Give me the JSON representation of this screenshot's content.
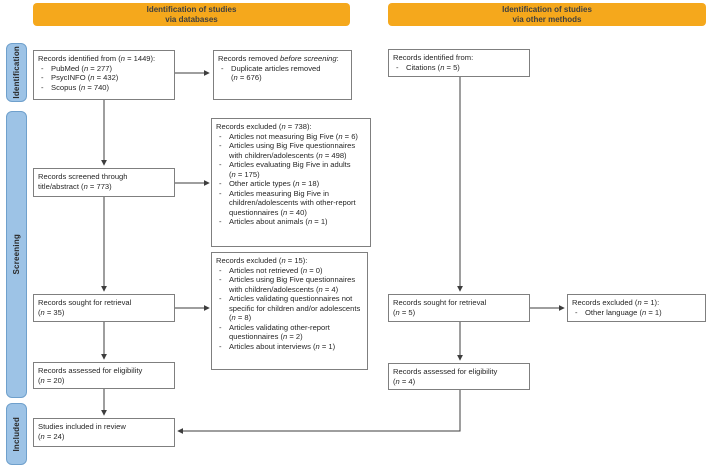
{
  "colors": {
    "header_bg": "#F5A81C",
    "sidebar_bg": "#9DC3E6",
    "sidebar_border": "#6FA0CC",
    "box_border": "#7f7f7f",
    "arrow": "#3d3d3d",
    "text": "#262626"
  },
  "headers": {
    "databases": "Identification of studies\nvia databases",
    "other_methods": "Identification of studies\nvia other methods"
  },
  "sidebar": {
    "identification": "Identification",
    "screening": "Screening",
    "included": "Included"
  },
  "boxes": {
    "identified_db": {
      "title": "Records identified from (*n* = 1449):",
      "items": [
        "PubMed (*n* = 277)",
        "PsycINFO (*n* = 432)",
        "Scopus (*n* = 740)"
      ]
    },
    "removed_before": {
      "title": "Records removed *before screening*:",
      "items": [
        "Duplicate articles removed (*n* = 676)"
      ]
    },
    "screened": {
      "text": "Records screened through\ntitle/abstract (*n* = 773)"
    },
    "excluded_screening": {
      "title": "Records excluded (*n* = 738):",
      "items": [
        "Articles not measuring Big Five (*n* = 6)",
        "Articles using Big Five questionnaires with children/adolescents (*n* = 498)",
        "Articles evaluating Big Five in adults (*n* = 175)",
        "Other article types (*n* = 18)",
        "Articles measuring Big Five in children/adolescents with other-report questionnaires (*n* = 40)",
        "Articles about animals (*n* = 1)"
      ]
    },
    "sought_db": {
      "text": "Records sought for retrieval\n(*n* = 35)"
    },
    "excluded_retrieval": {
      "title": "Records excluded (*n* = 15):",
      "items": [
        "Articles not retrieved (*n* = 0)",
        "Articles using Big Five questionnaires with children/adolescents (*n* = 4)",
        "Articles validating questionnaires not specific for children and/or adolescents (*n* = 8)",
        "Articles validating other-report questionnaires (*n* = 2)",
        "Articles about interviews (*n* = 1)"
      ]
    },
    "assessed_db": {
      "text": "Records assessed for eligibility\n(*n* = 20)"
    },
    "included_review": {
      "text": "Studies included in review\n(*n* = 24)"
    },
    "identified_other": {
      "title": "Records identified from:",
      "items": [
        "Citations (*n* = 5)"
      ]
    },
    "sought_other": {
      "text": "Records sought for retrieval\n(*n* = 5)"
    },
    "excluded_language": {
      "title": "Records excluded (*n* = 1):",
      "items": [
        "Other language (*n* = 1)"
      ]
    },
    "assessed_other": {
      "text": "Records assessed for eligibility\n(*n* = 4)"
    }
  }
}
